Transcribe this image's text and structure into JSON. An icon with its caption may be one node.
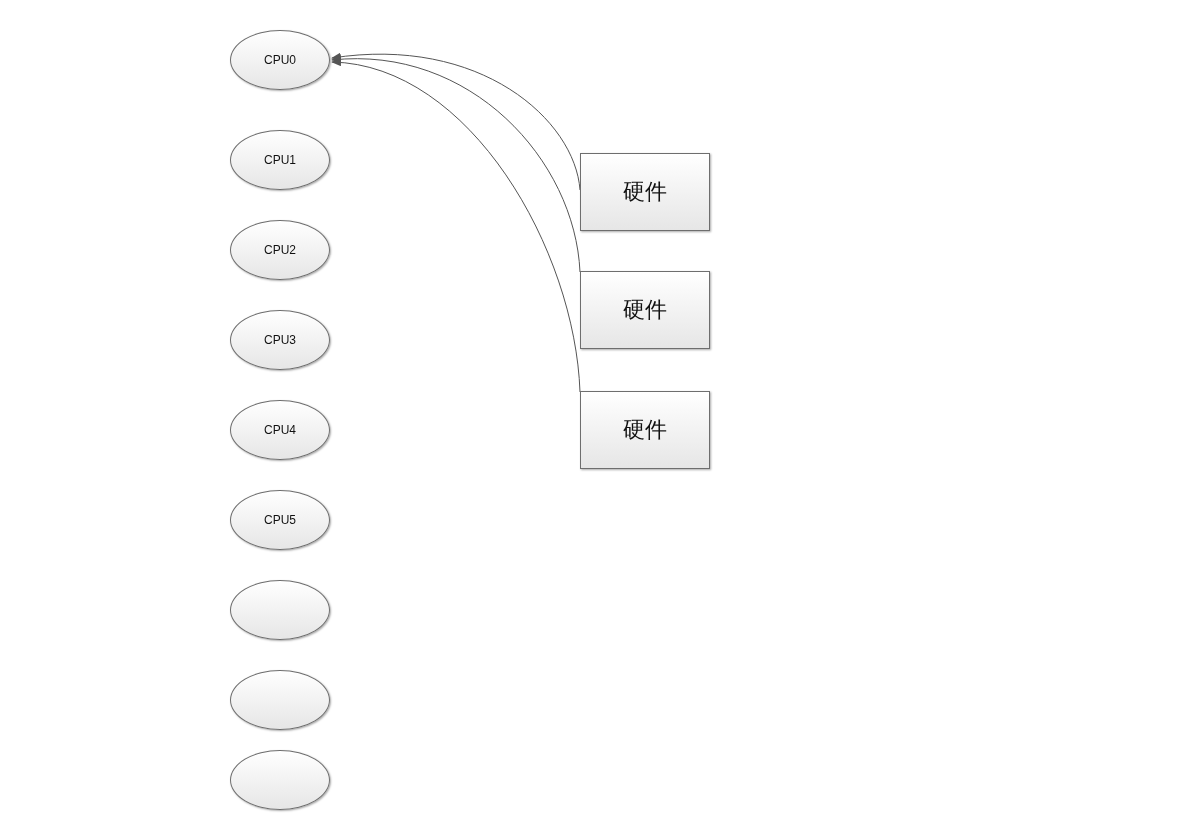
{
  "diagram": {
    "nodes": [
      {
        "text": [
          "CPU0"
        ]
      },
      {
        "text": [
          "CPU1"
        ]
      },
      {
        "text": [
          "CPU2"
        ]
      },
      {
        "text": [
          "CPU3"
        ]
      },
      {
        "text": [
          "CPU4"
        ]
      },
      {
        "text": [
          "CPU5"
        ]
      },
      {
        "text": [],
        "shape": "ellipse"
      },
      {
        "text": [],
        "shape": "ellipse"
      },
      {
        "text": [],
        "shape": "ellipse"
      },
      {
        "text": [
          "硬件"
        ]
      },
      {
        "text": [
          "硬件"
        ]
      },
      {
        "text": [
          "硬件"
        ]
      }
    ],
    "edges": [
      {
        "from": 9,
        "to": 0,
        "arrow": "to"
      },
      {
        "from": 10,
        "to": 0,
        "arrow": "to"
      },
      {
        "from": 11,
        "to": 0,
        "arrow": "to"
      }
    ]
  }
}
